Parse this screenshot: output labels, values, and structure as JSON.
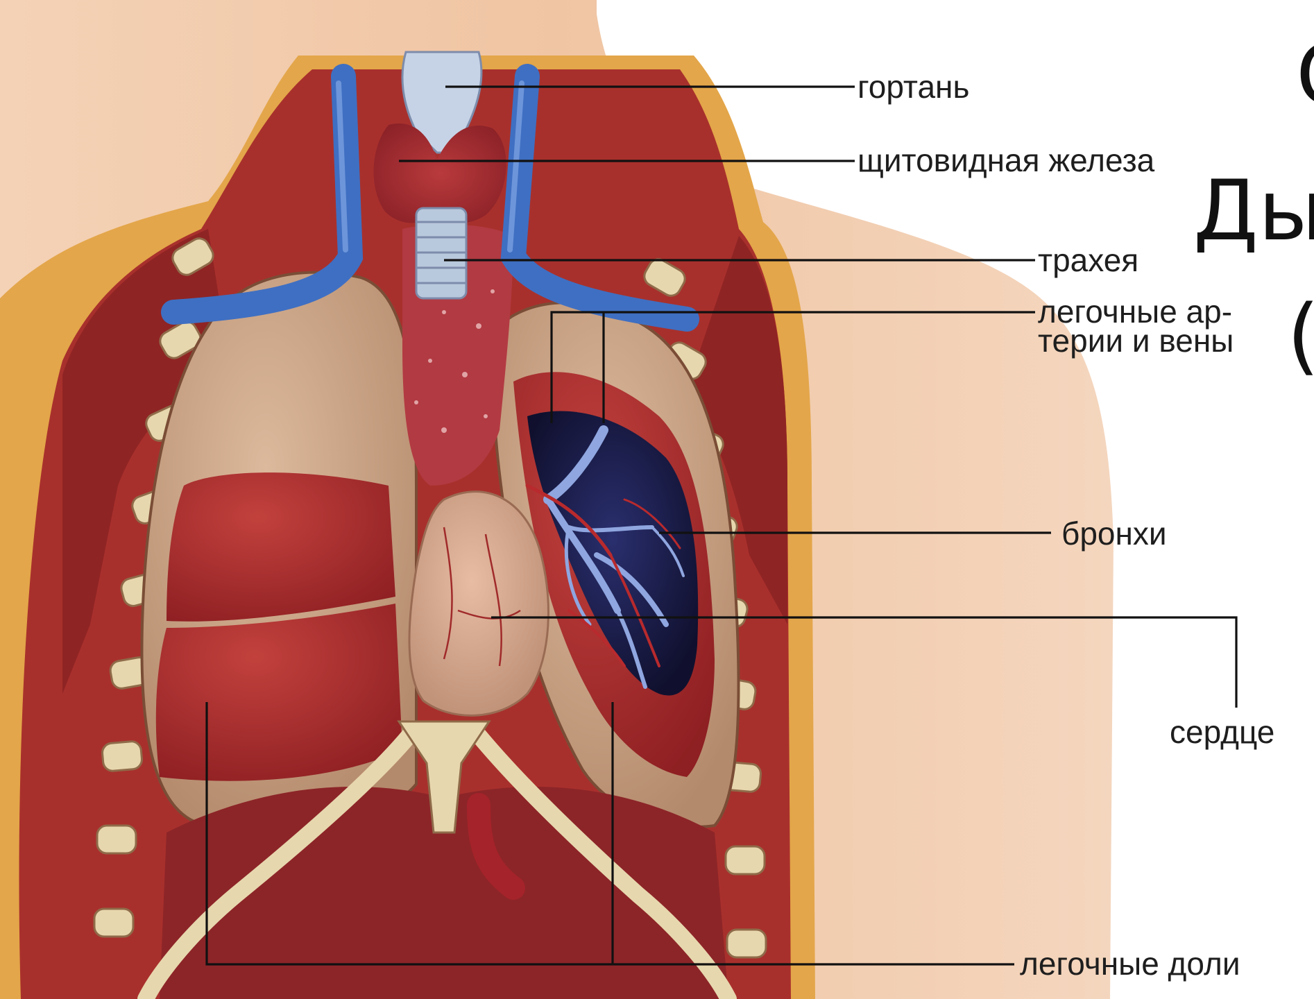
{
  "labels": {
    "larynx": "гортань",
    "thyroid": "щитовидная железа",
    "trachea": "трахея",
    "pulmonary_vessels_line1": "легочные ар-",
    "pulmonary_vessels_line2": "терии и вены",
    "bronchi": "бронхи",
    "heart": "сердце",
    "lung_lobes": "легочные доли"
  },
  "overlay_fragments": {
    "top": "С",
    "middle": "Ды",
    "lower": "("
  },
  "colors": {
    "skin": "#f2c9a8",
    "muscle": "#a8302c",
    "fat": "#e3a64a",
    "lung_tissue": "#c7a082",
    "lung_red": "#a4282a",
    "vein_blue": "#3f6fc2",
    "rib_bone": "#e7d7ae",
    "trachea": "#b9c9dd",
    "lung_interior": "#1d1a4a",
    "text": "#1e1e1e"
  }
}
